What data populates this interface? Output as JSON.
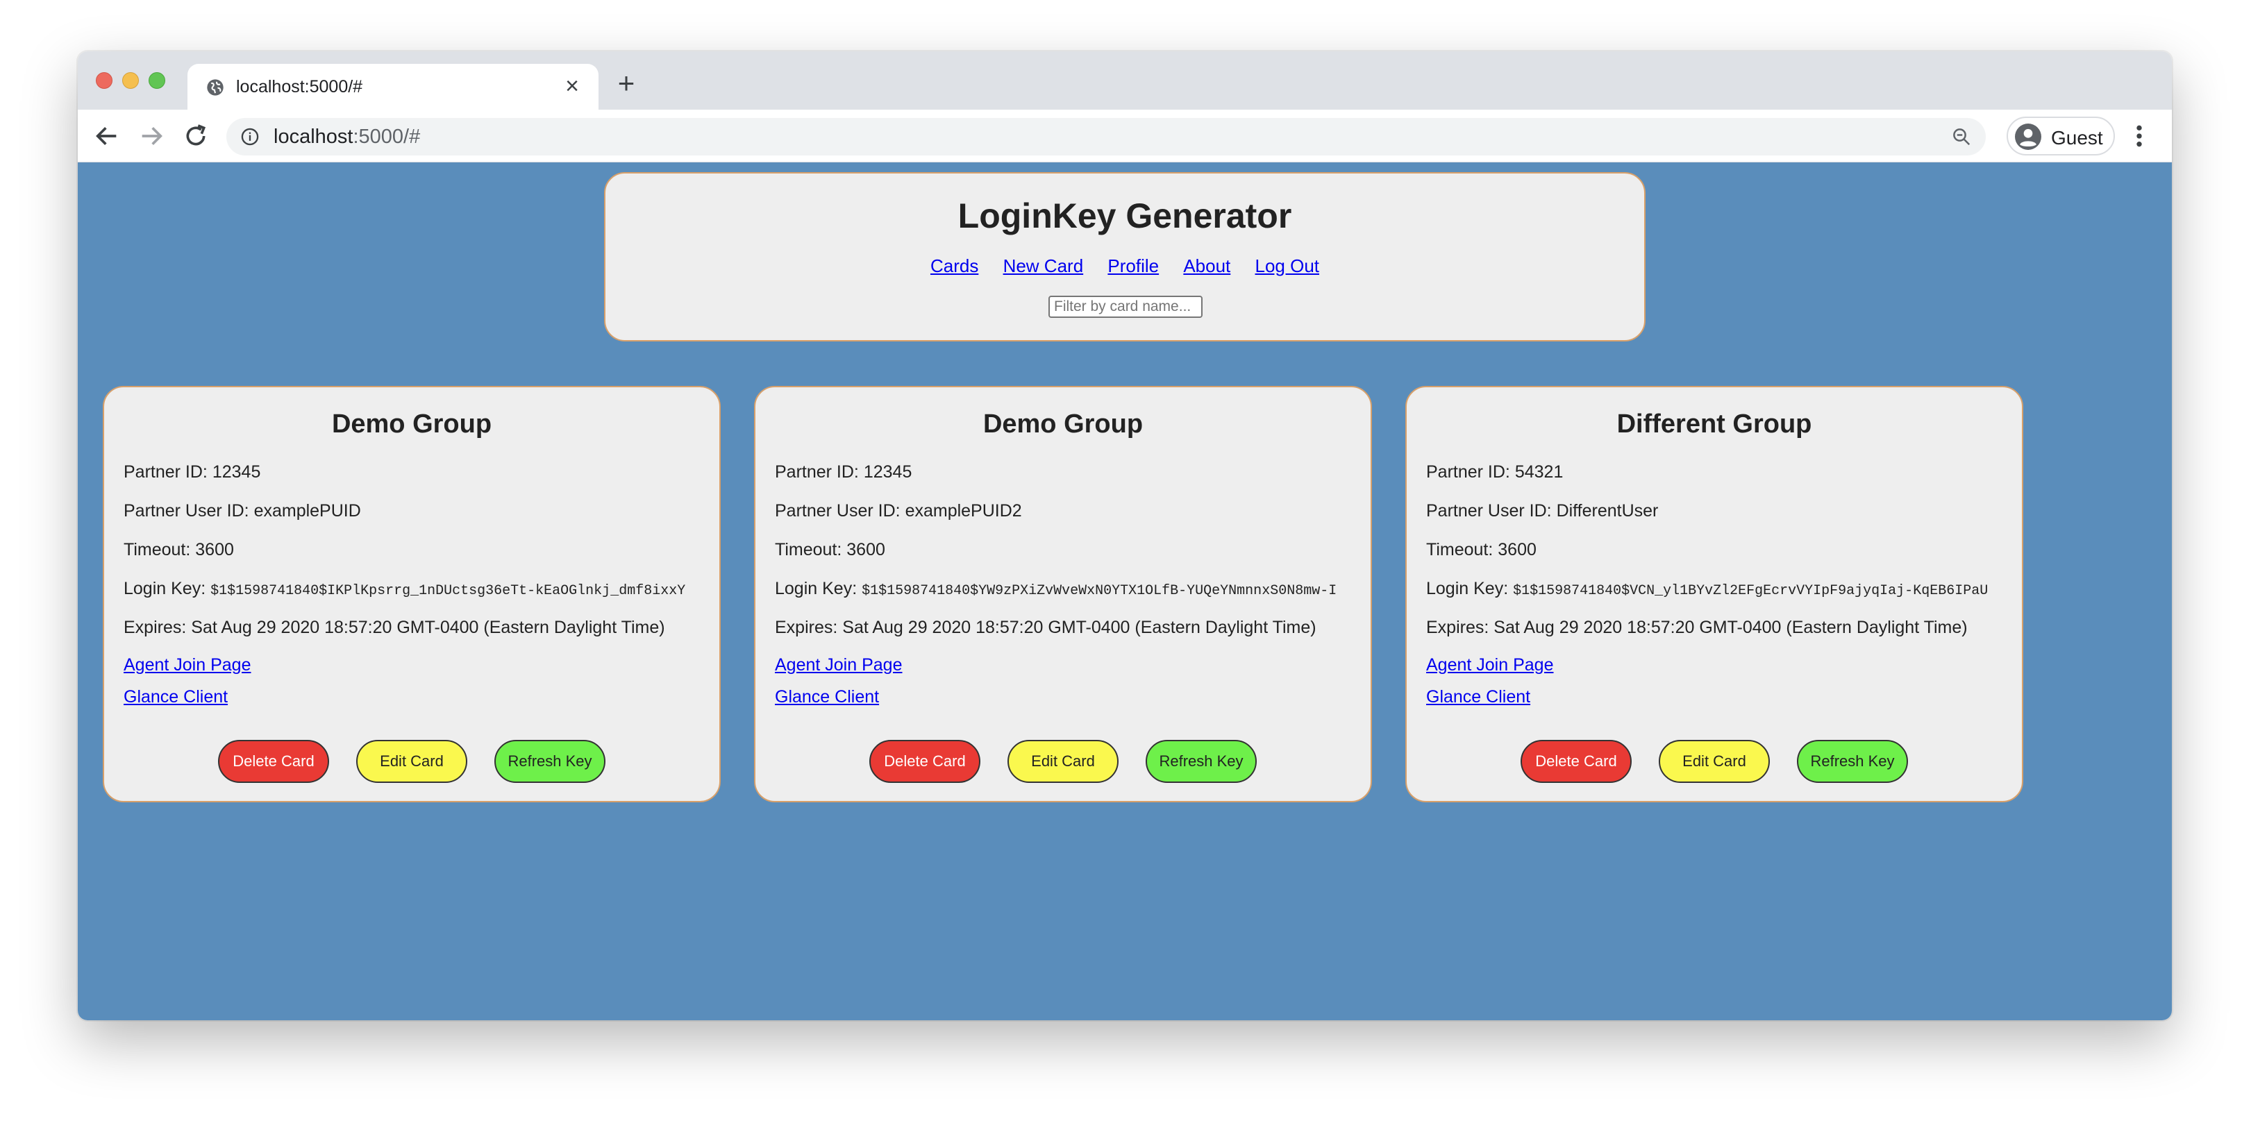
{
  "browser": {
    "tab_title": "localhost:5000/#",
    "tab_close": "×",
    "new_tab": "+",
    "url_host": "localhost",
    "url_rest": ":5000/#",
    "profile_name": "Guest"
  },
  "header": {
    "title": "LoginKey Generator",
    "nav": [
      "Cards",
      "New Card",
      "Profile",
      "About",
      "Log Out"
    ],
    "filter_placeholder": "Filter by card name..."
  },
  "labels": {
    "partner_id": "Partner ID:",
    "partner_user_id": "Partner User ID:",
    "timeout": "Timeout:",
    "login_key": "Login Key:",
    "expires": "Expires:",
    "agent_join": "Agent Join Page",
    "glance_client": "Glance Client",
    "delete": "Delete Card",
    "edit": "Edit Card",
    "refresh": "Refresh Key"
  },
  "cards": [
    {
      "title": "Demo Group",
      "partner_id": "12345",
      "partner_user_id": "examplePUID",
      "timeout": "3600",
      "login_key": "$1$1598741840$IKPlKpsrrg_1nDUctsg36eTt-kEaOGlnkj_dmf8ixxY",
      "expires": "Sat Aug 29 2020 18:57:20 GMT-0400 (Eastern Daylight Time)"
    },
    {
      "title": "Demo Group",
      "partner_id": "12345",
      "partner_user_id": "examplePUID2",
      "timeout": "3600",
      "login_key": "$1$1598741840$YW9zPXiZvWveWxN0YTX1OLfB-YUQeYNmnnxS0N8mw-I",
      "expires": "Sat Aug 29 2020 18:57:20 GMT-0400 (Eastern Daylight Time)"
    },
    {
      "title": "Different Group",
      "partner_id": "54321",
      "partner_user_id": "DifferentUser",
      "timeout": "3600",
      "login_key": "$1$1598741840$VCN_yl1BYvZl2EFgEcrvVYIpF9ajyqIaj-KqEB6IPaU",
      "expires": "Sat Aug 29 2020 18:57:20 GMT-0400 (Eastern Daylight Time)"
    }
  ],
  "colors": {
    "page_bg": "#5a8dbb",
    "card_bg": "#eeeeee",
    "card_border": "#d8a06a",
    "delete": "#e93a34",
    "edit": "#faf84e",
    "refresh": "#6ef04a"
  }
}
